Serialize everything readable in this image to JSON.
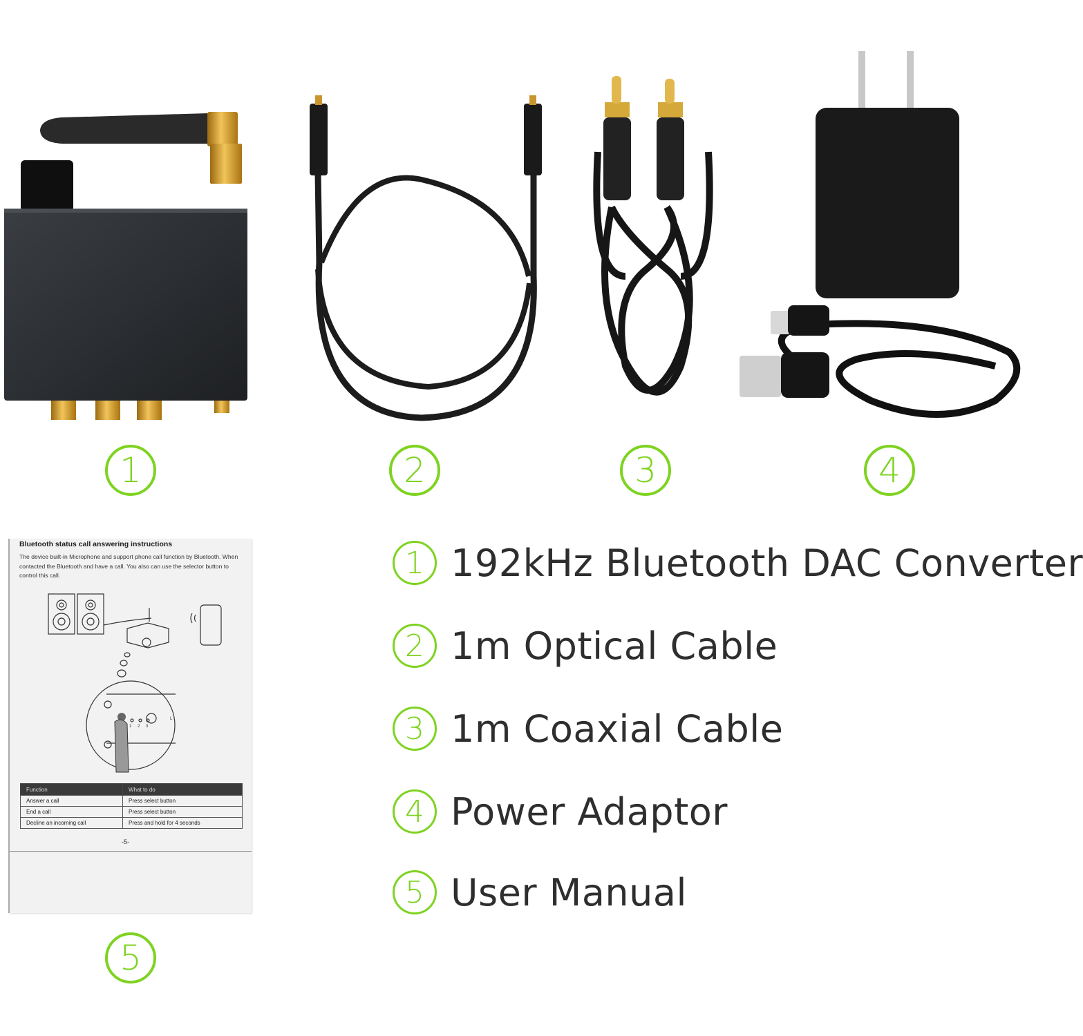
{
  "accent_color": "#7ed321",
  "text_color": "#2e2e2e",
  "product_photos": [
    {
      "number": "1",
      "name": "dac-converter"
    },
    {
      "number": "2",
      "name": "optical-cable"
    },
    {
      "number": "3",
      "name": "coaxial-cable"
    },
    {
      "number": "4",
      "name": "power-adaptor"
    },
    {
      "number": "5",
      "name": "user-manual"
    }
  ],
  "items": [
    {
      "number": "1",
      "label": "192kHz Bluetooth DAC Converter"
    },
    {
      "number": "2",
      "label": "1m Optical Cable"
    },
    {
      "number": "3",
      "label": "1m Coaxial Cable"
    },
    {
      "number": "4",
      "label": "Power Adaptor"
    },
    {
      "number": "5",
      "label": "User Manual"
    }
  ],
  "manual": {
    "title": "Bluetooth status call answering instructions",
    "body": "The device built-in Microphone and support phone call function by Bluetooth. When contacted the Bluetooth and have a call. You also can use the selector button to control this call.",
    "diagram_labels": [
      "1",
      "2",
      "3",
      "L"
    ],
    "table": {
      "headers": [
        "Function",
        "What to do"
      ],
      "rows": [
        [
          "Answer a call",
          "Press select button"
        ],
        [
          "End a call",
          "Press select button"
        ],
        [
          "Decline an incoming call",
          "Press and hold for 4 seconds"
        ]
      ]
    },
    "page": "-5-"
  }
}
